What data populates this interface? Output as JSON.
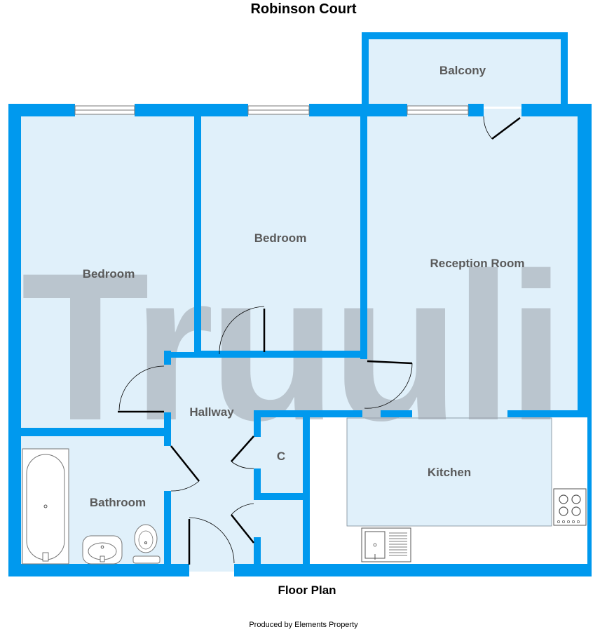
{
  "title": "Robinson Court",
  "subtitle": "Floor Plan",
  "credit": "Produced by Elements Property",
  "watermark": "Truuli",
  "rooms": {
    "balcony": "Balcony",
    "bedroom_left": "Bedroom",
    "bedroom_middle": "Bedroom",
    "reception": "Reception Room",
    "hallway": "Hallway",
    "cupboard": "C",
    "kitchen": "Kitchen",
    "bathroom": "Bathroom"
  },
  "colors": {
    "wall": "#0099ee",
    "floor": "#e0f0fa",
    "watermark": "#9aa3aa"
  }
}
